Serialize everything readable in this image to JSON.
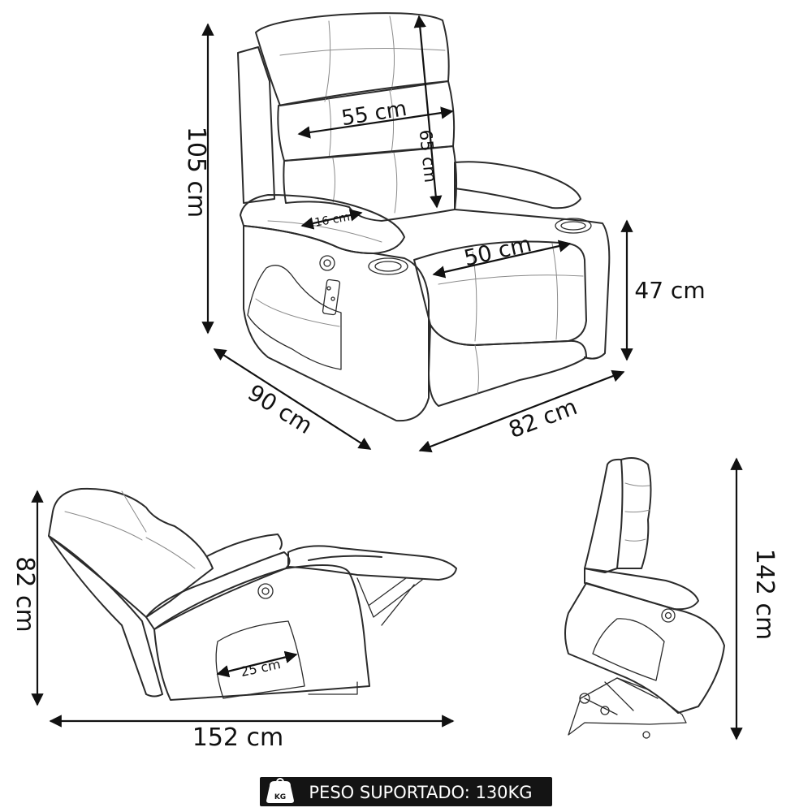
{
  "dimensions": {
    "height_total": "105 cm",
    "backrest_width": "55 cm",
    "backrest_height": "65 cm",
    "armrest_width": "16 cm",
    "seat_width": "50 cm",
    "seat_height": "47 cm",
    "depth": "90 cm",
    "width": "82 cm",
    "reclined_height": "82 cm",
    "pocket_width": "25 cm",
    "reclined_length": "152 cm",
    "lifted_height": "142 cm"
  },
  "weight_badge": {
    "icon": "weight-icon",
    "icon_text": "KG",
    "label": "PESO SUPORTADO: 130KG"
  },
  "colors": {
    "line": "#2b2b2b",
    "badge_bg": "#141414",
    "badge_text": "#ffffff"
  }
}
